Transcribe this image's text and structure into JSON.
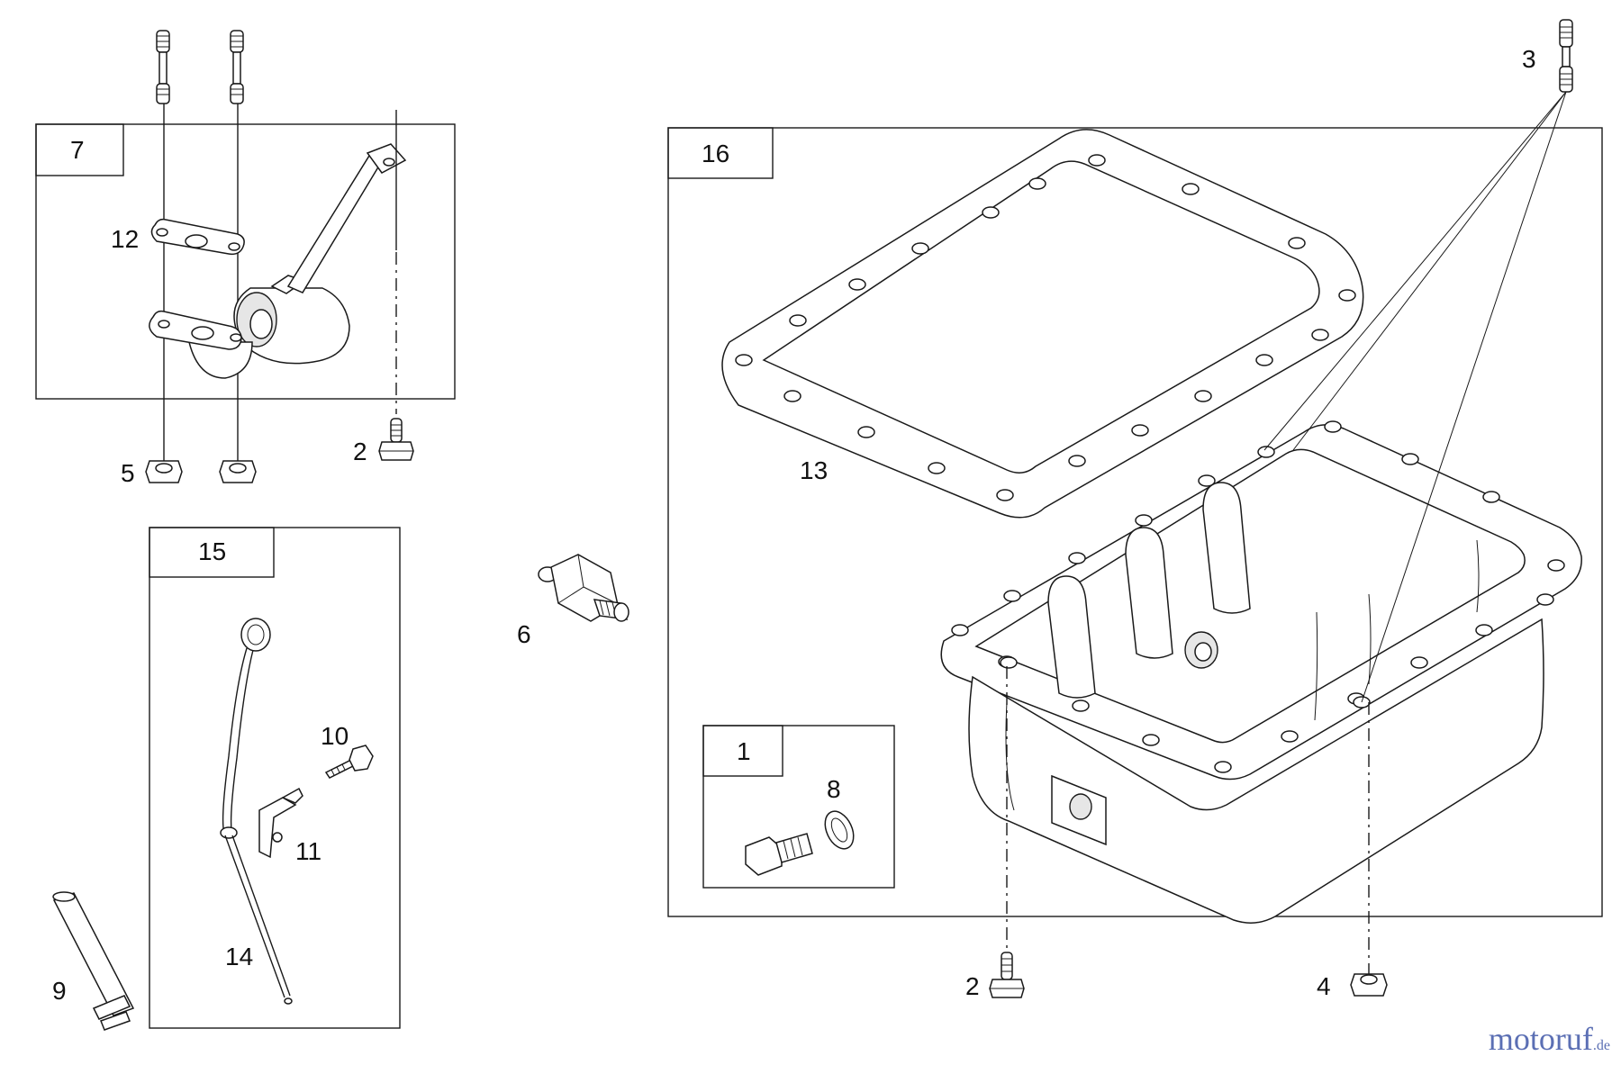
{
  "callouts": {
    "c1": "1",
    "c2a": "2",
    "c2b": "2",
    "c3": "3",
    "c4": "4",
    "c5": "5",
    "c6": "6",
    "c7": "7",
    "c8": "8",
    "c9": "9",
    "c10": "10",
    "c11": "11",
    "c12": "12",
    "c13": "13",
    "c14": "14",
    "c15": "15",
    "c16": "16"
  },
  "watermark": {
    "name": "motoruf",
    "tld": ".de"
  },
  "colors": {
    "ink": "#1a1a1a",
    "brand": "#5b6fb4"
  }
}
